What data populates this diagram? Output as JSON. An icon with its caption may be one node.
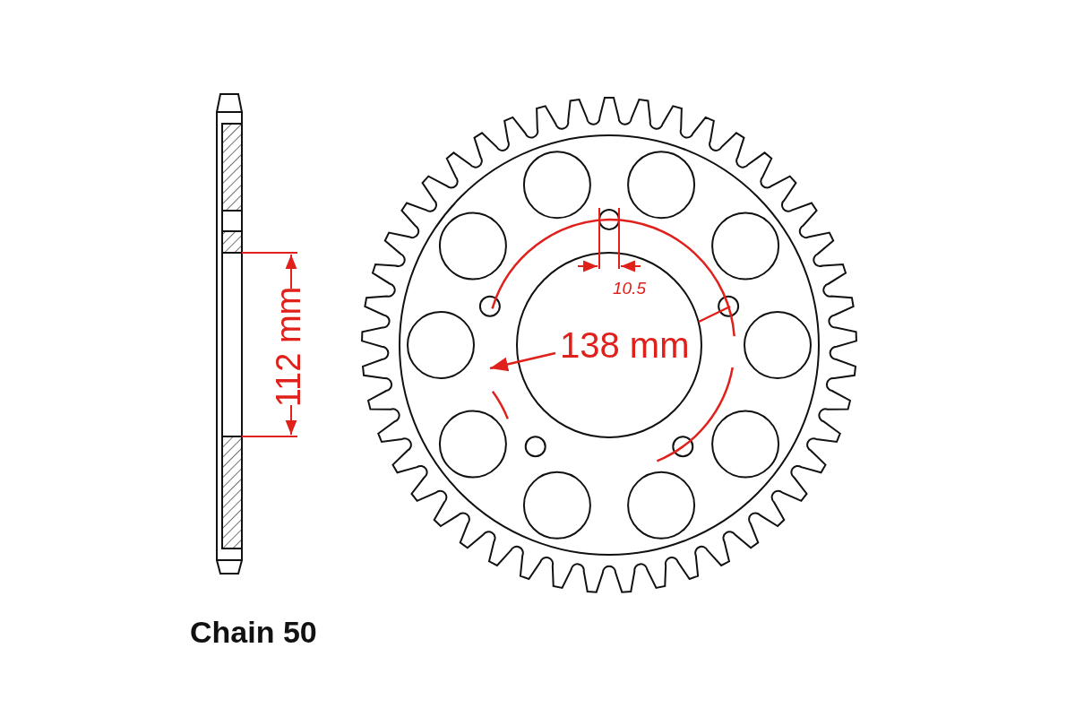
{
  "diagram": {
    "labels": [
      "Chain 50",
      "112 mm",
      "10.5",
      "138 mm"
    ]
  }
}
